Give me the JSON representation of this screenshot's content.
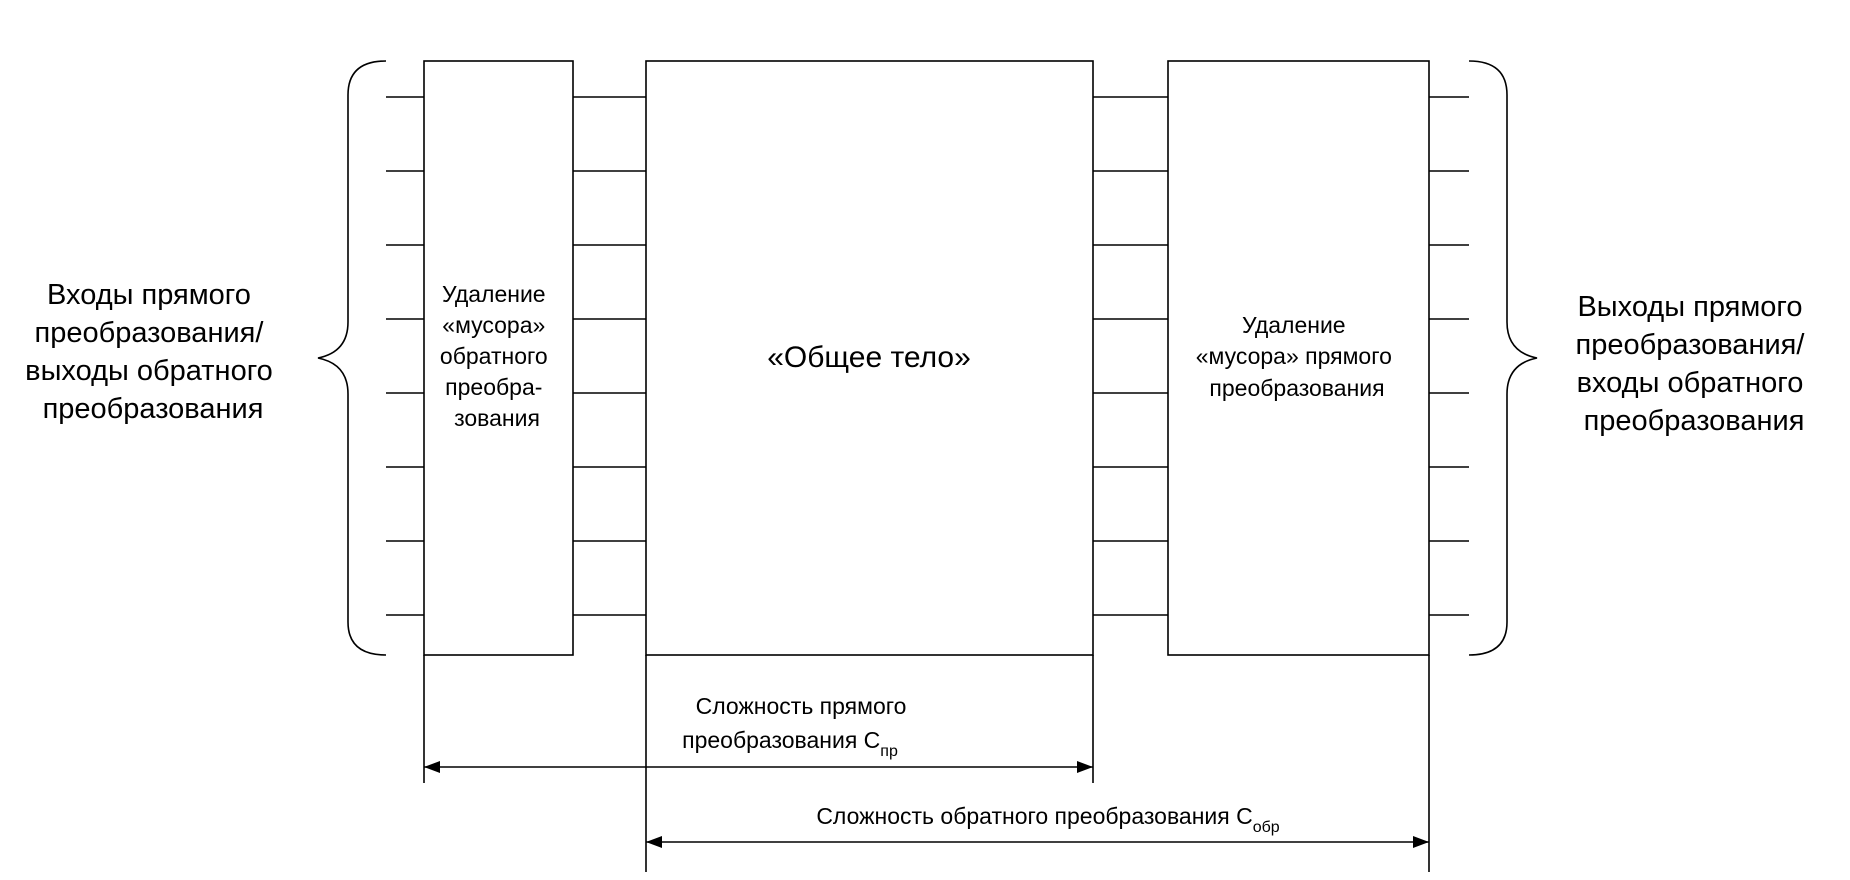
{
  "left_label": {
    "lines": [
      "Входы прямого",
      "преобразования/",
      "выходы обратного",
      "преобразования"
    ]
  },
  "right_label": {
    "lines": [
      "Выходы прямого",
      "преобразования/",
      "входы обратного",
      "преобразования"
    ]
  },
  "block_inverse_garbage": {
    "lines": [
      "Удаление",
      "«мусора»",
      "обратного",
      "преобра-",
      "зования"
    ]
  },
  "block_common_body": {
    "label": "«Общее тело»"
  },
  "block_forward_garbage": {
    "lines": [
      "Удаление",
      "«мусора» прямого",
      "преобразования"
    ]
  },
  "forward_complexity": {
    "line1": "Сложность прямого",
    "line2": "преобразования C",
    "subscript": "пр"
  },
  "inverse_complexity": {
    "line1": "Сложность обратного преобразования C",
    "subscript": "обр"
  },
  "signal_lines_per_column": 8
}
